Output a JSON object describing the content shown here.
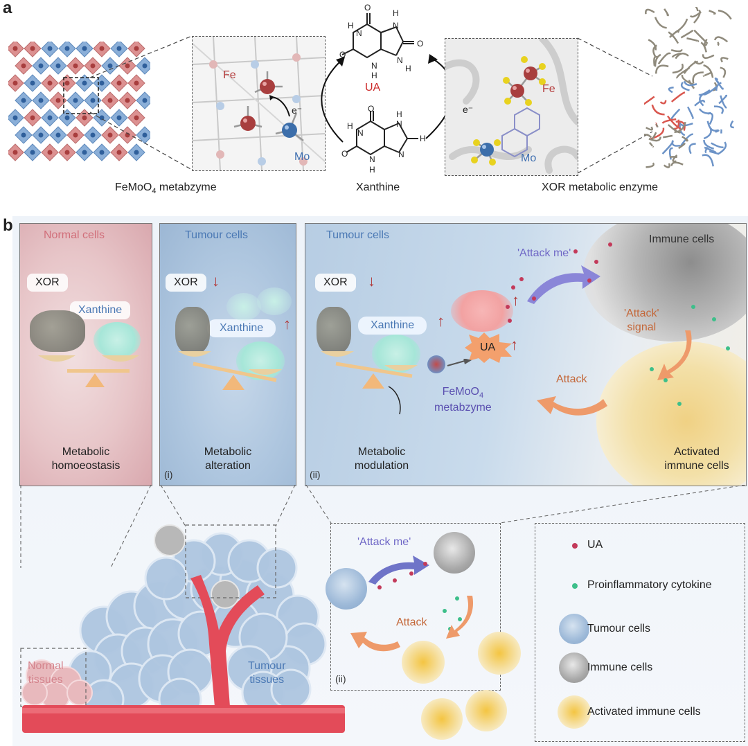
{
  "panel_a": {
    "letter": "a",
    "left_caption_pre": "FeMoO",
    "left_caption_sub": "4",
    "left_caption_post": " metabzyme",
    "center_caption": "Xanthine",
    "right_caption": "XOR metabolic enzyme",
    "fe_label": "Fe",
    "mo_label": "Mo",
    "electron": "e⁻",
    "ua_label": "UA",
    "atom_O": "O",
    "atom_H": "H",
    "atom_N": "N"
  },
  "panel_b": {
    "letter": "b",
    "box1": {
      "title": "Normal cells",
      "xor": "XOR",
      "xanthine": "Xanthine",
      "caption_l1": "Metabolic",
      "caption_l2": "homoeostasis"
    },
    "box2": {
      "title": "Tumour cells",
      "xor": "XOR",
      "xanthine": "Xanthine",
      "caption_l1": "Metabolic",
      "caption_l2": "alteration",
      "roman": "(i)"
    },
    "box3": {
      "title": "Tumour cells",
      "xor": "XOR",
      "xanthine": "Xanthine",
      "ua": "UA",
      "metabzyme_pre": "FeMoO",
      "metabzyme_sub": "4",
      "metabzyme_l2": "metabzyme",
      "attack_me": "'Attack me'",
      "immune": "Immune cells",
      "attack_signal_l1": "'Attack'",
      "attack_signal_l2": "signal",
      "attack": "Attack",
      "caption_l1": "Metabolic",
      "caption_l2": "modulation",
      "activated_l1": "Activated",
      "activated_l2": "immune cells",
      "roman": "(ii)"
    },
    "bottom": {
      "normal_l1": "Normal",
      "normal_l2": "tissues",
      "tumour_l1": "Tumour",
      "tumour_l2": "tissues",
      "attack_me": "'Attack me'",
      "attack": "Attack",
      "roman": "(ii)"
    },
    "legend": [
      {
        "label": "UA",
        "icon": "ua-dot"
      },
      {
        "label": "Proinflammatory cytokine",
        "icon": "cytokine-dot"
      },
      {
        "label": "Tumour cells",
        "icon": "tumour-cell"
      },
      {
        "label": "Immune cells",
        "icon": "immune-cell"
      },
      {
        "label": "Activated immune cells",
        "icon": "activated-cell"
      }
    ]
  },
  "colors": {
    "fe": "#b33a3a",
    "mo": "#3f6fb0",
    "ua_red": "#cc2a2a",
    "attack_orange": "#e08a5a",
    "attack_me_purple": "#7a6fc8",
    "tumour_blue": "#9db9d8",
    "normal_pink": "#d9939a"
  }
}
